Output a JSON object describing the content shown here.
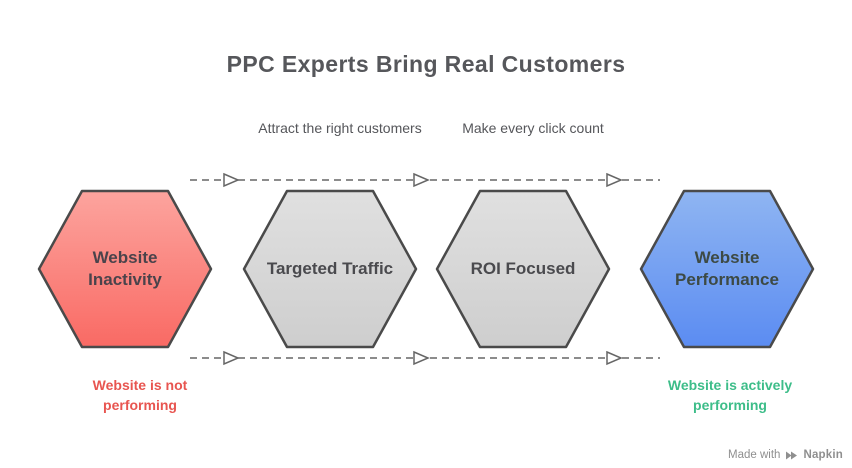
{
  "title": "PPC Experts Bring Real Customers",
  "flow": {
    "transition_labels": [
      "Attract the right customers",
      "Make every click count"
    ],
    "steps": [
      {
        "label": "Website Inactivity",
        "theme": "red"
      },
      {
        "label": "Targeted Traffic",
        "theme": "gray"
      },
      {
        "label": "ROI Focused",
        "theme": "gray"
      },
      {
        "label": "Website Performance",
        "theme": "blue"
      }
    ],
    "annotations": [
      {
        "text": "Website is not performing",
        "color": "#e85550"
      },
      {
        "text": "Website is actively performing",
        "color": "#3dbd89"
      }
    ]
  },
  "colors": {
    "title": "#56575b",
    "transition_label": "#55565a",
    "arrow": "#666666",
    "arrowhead_fill": "#ffffff",
    "hex_border": "#4a4a4a",
    "red_top": "#fca49e",
    "red_bottom": "#f96a64",
    "gray_top": "#e0e0e0",
    "gray_bottom": "#cecece",
    "blue_top": "#8fb5f2",
    "blue_bottom": "#5b8cf2"
  },
  "watermark": {
    "prefix": "Made with",
    "brand": "Napkin"
  }
}
